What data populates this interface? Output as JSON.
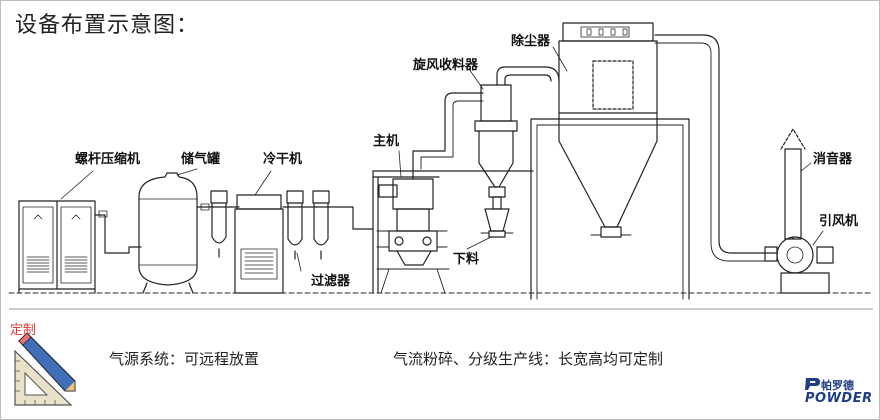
{
  "title": "设备布置示意图：",
  "labels": {
    "screw_compressor": "螺杆压缩机",
    "air_tank": "储气罐",
    "cold_dryer": "冷干机",
    "filter": "过滤器",
    "main_machine": "主机",
    "cyclone_collector": "旋风收料器",
    "discharge": "下料",
    "dust_collector": "除尘器",
    "silencer": "消音器",
    "induced_fan": "引风机"
  },
  "badge": "定制",
  "notes": {
    "left": "气源系统：可远程放置",
    "right": "气流粉碎、分级生产线：长宽高均可定制"
  },
  "logo": {
    "cn": "帕罗德",
    "en": "POWDER"
  },
  "colors": {
    "badge": "#e53935",
    "logo": "#1f3c88",
    "line": "#222222"
  }
}
